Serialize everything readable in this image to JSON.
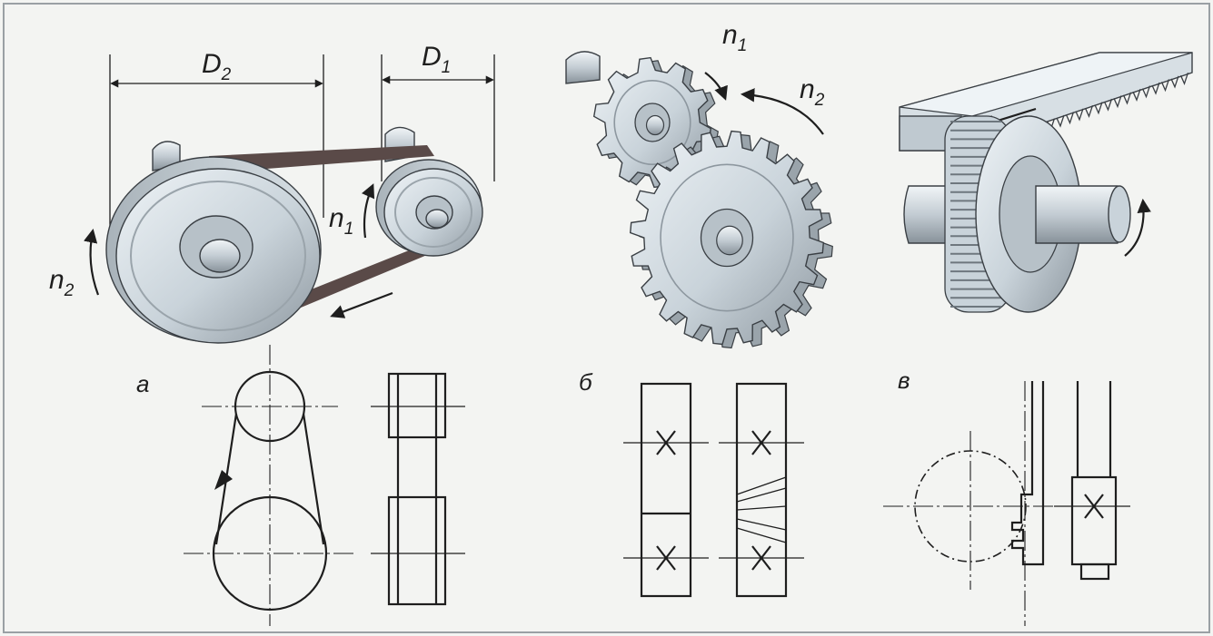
{
  "labels": {
    "D2": "D",
    "D2_sub": "2",
    "D1": "D",
    "D1_sub": "1",
    "n1_belt": "n",
    "n1_belt_sub": "1",
    "n2_belt": "n",
    "n2_belt_sub": "2",
    "n1_gear": "n",
    "n1_gear_sub": "1",
    "n2_gear": "n",
    "n2_gear_sub": "2"
  },
  "panels": {
    "a": "а",
    "b": "б",
    "v": "в"
  },
  "colors": {
    "background": "#f3f4f2",
    "metal_light": "#dfe8ee",
    "metal_mid": "#b9c4cc",
    "metal_dark": "#8d979f",
    "belt": "#5a4a48",
    "ink": "#1e1e1e"
  }
}
